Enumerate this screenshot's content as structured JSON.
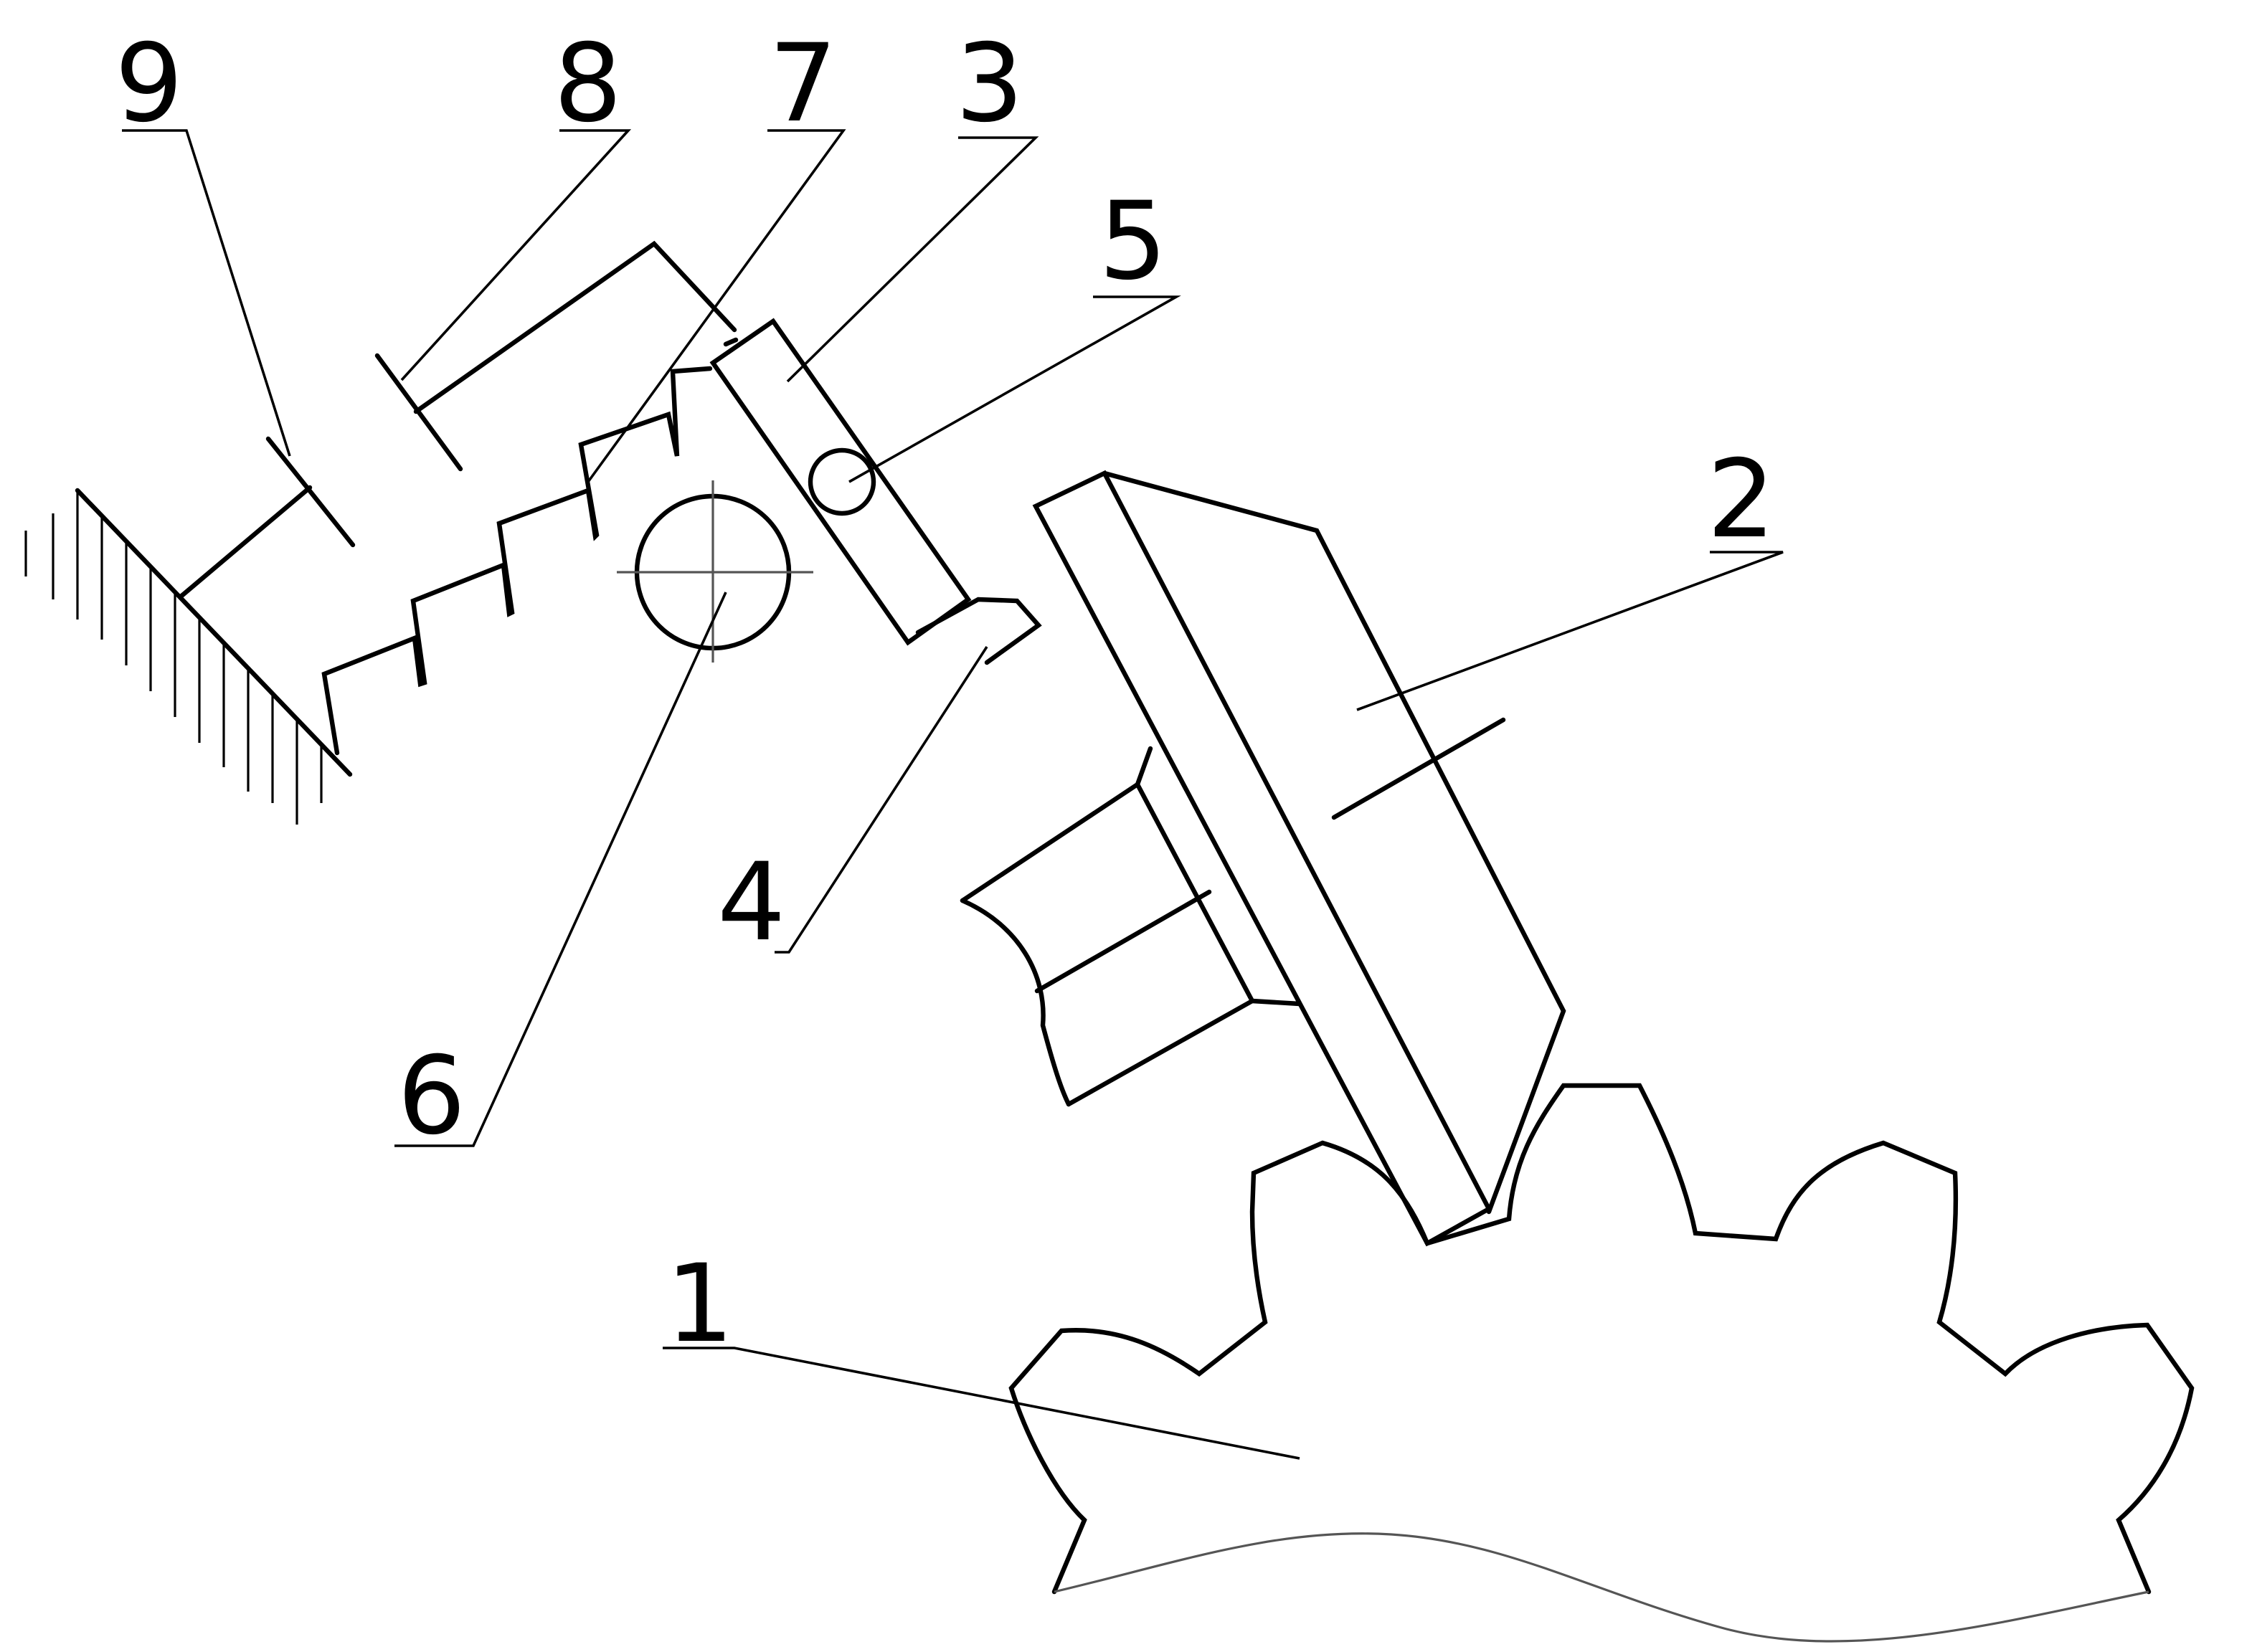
{
  "labels": {
    "gear": "1",
    "cutter": "2",
    "lever": "3",
    "tip": "4",
    "pin": "5",
    "pivot": "6",
    "spring": "7",
    "link": "8",
    "fixed_base": "9"
  },
  "colors": {
    "line": "#000000",
    "background": "#ffffff"
  }
}
